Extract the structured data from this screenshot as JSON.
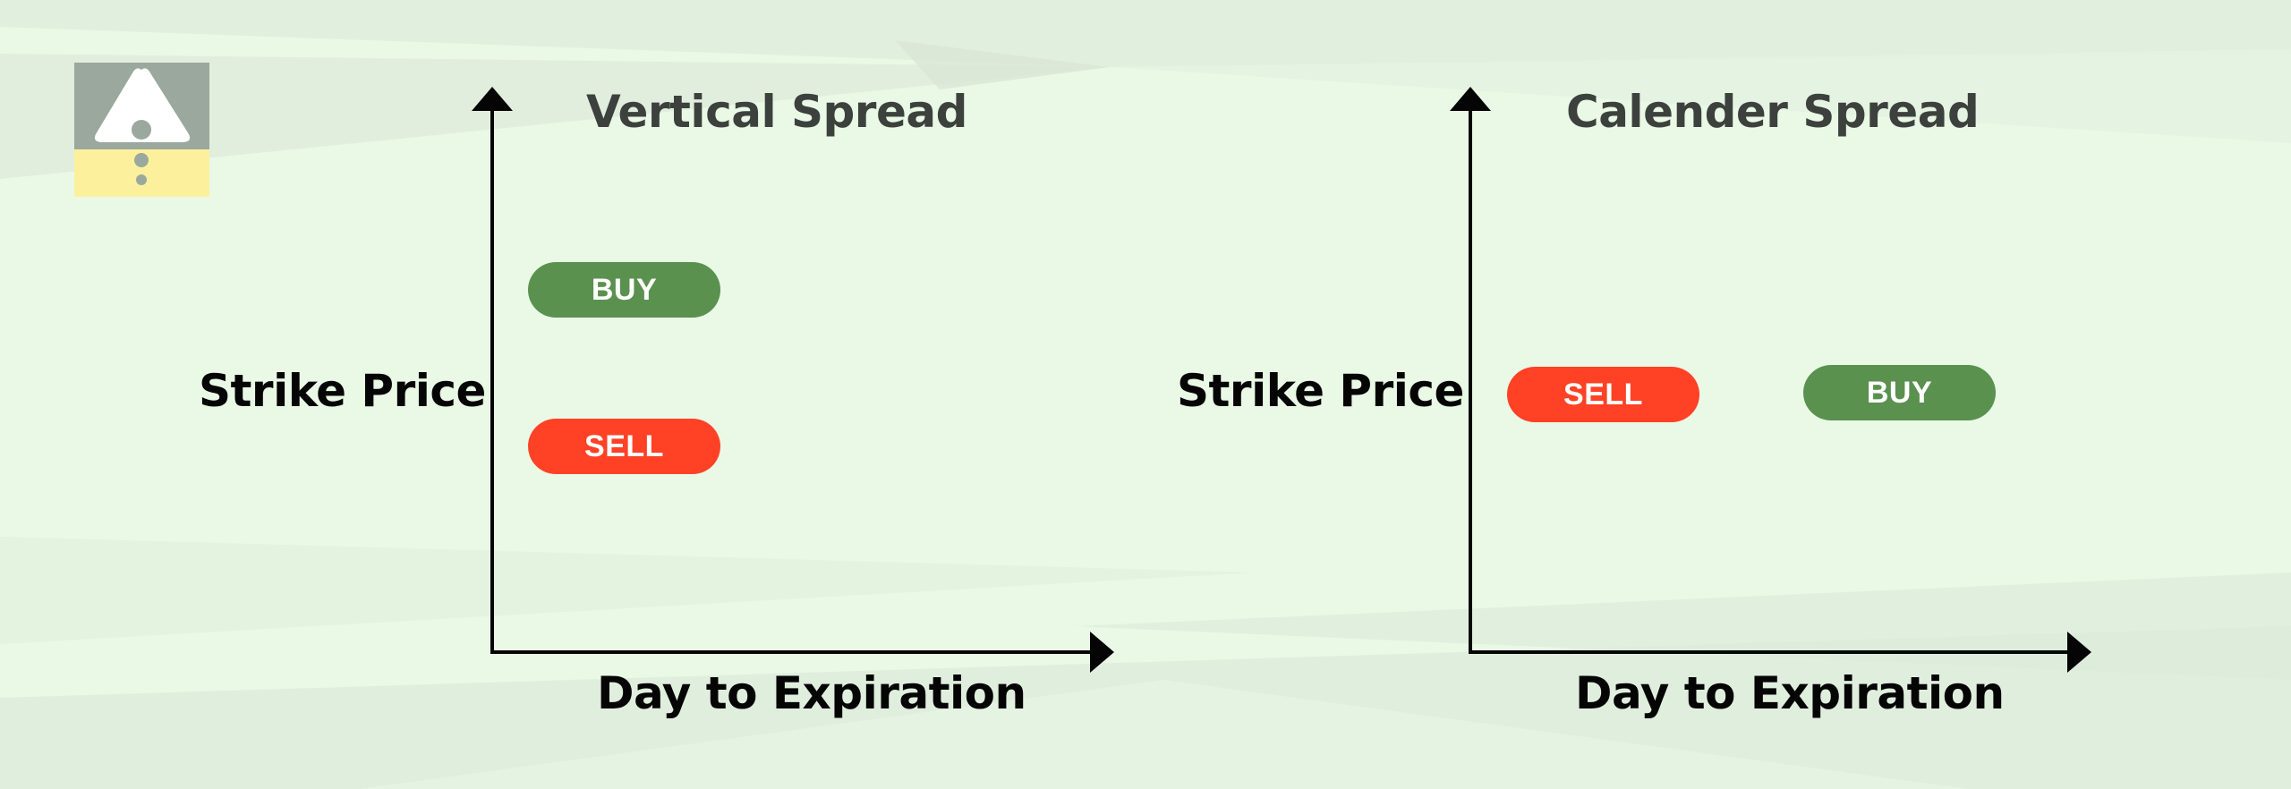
{
  "logo": {
    "icon": "warning-triangle-icon",
    "colors": {
      "top": "#9aa89e",
      "bottom": "#fdf09c"
    }
  },
  "colors": {
    "buy": "#5a914f",
    "sell": "#ff4125",
    "title": "#3d413d",
    "axis": "#050505",
    "background": "#e9f9e6"
  },
  "panels": [
    {
      "title": "Vertical Spread",
      "y_axis_label": "Strike Price",
      "x_axis_label": "Day to Expiration",
      "legs": [
        {
          "label": "BUY",
          "type": "buy"
        },
        {
          "label": "SELL",
          "type": "sell"
        }
      ]
    },
    {
      "title": "Calender Spread",
      "y_axis_label": "Strike Price",
      "x_axis_label": "Day to Expiration",
      "legs": [
        {
          "label": "SELL",
          "type": "sell"
        },
        {
          "label": "BUY",
          "type": "buy"
        }
      ]
    }
  ]
}
